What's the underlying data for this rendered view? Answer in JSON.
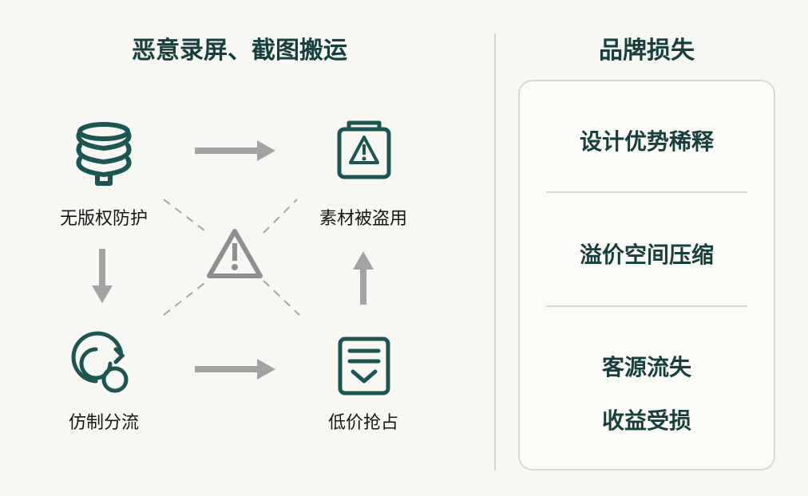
{
  "left_title": "恶意录屏、截图搬运",
  "right_title": "品牌损失",
  "nodes": {
    "no_copyright": "无版权防护",
    "material_stolen": "素材被盗用",
    "imitation": "仿制分流",
    "low_price": "低价抢占"
  },
  "losses": [
    "设计优势稀释",
    "溢价空间压缩",
    "客源流失",
    "收益受损"
  ],
  "colors": {
    "accent": "#1c5652",
    "text_dark": "#173f3d",
    "arrow": "#a3a3a3",
    "warning": "#8f8f8f"
  },
  "icons": [
    "stack-icon",
    "warning-box-icon",
    "warning-icon",
    "refresh-circle-icon",
    "clipboard-check-icon"
  ]
}
